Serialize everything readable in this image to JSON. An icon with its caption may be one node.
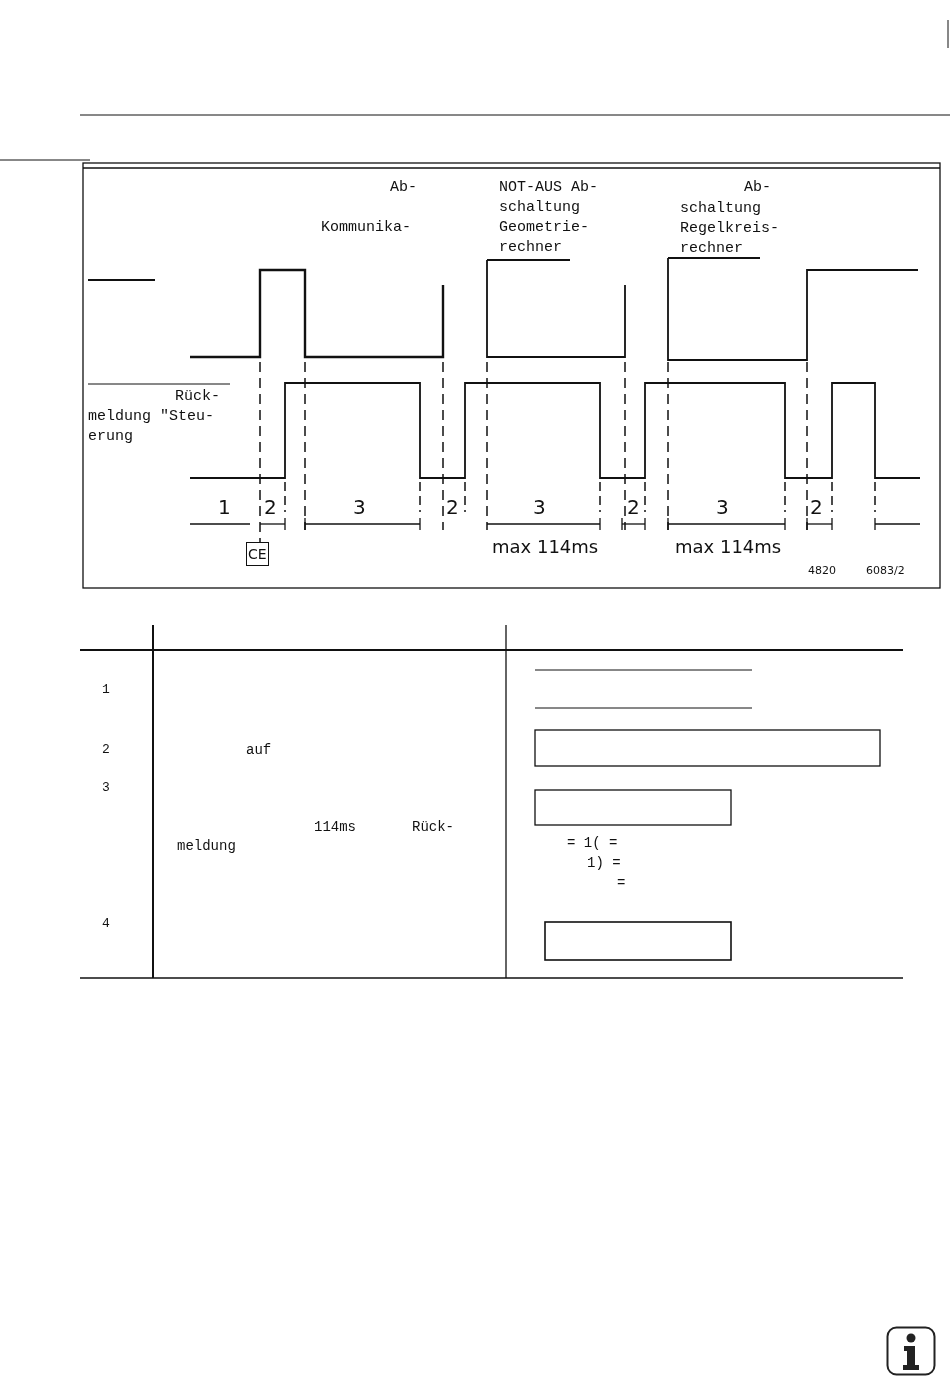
{
  "diagram": {
    "nodes": [
      {
        "text": [
          "CE"
        ]
      }
    ],
    "labels": [
      "Ab-",
      "NOT-AUS Ab- schaltung Geometrie- rechner",
      "Ab-",
      "schaltung Regelkreis- rechner",
      "Kommunika-",
      "Rück-",
      "meldung \"Steu-",
      "erung",
      "1",
      "2",
      "3",
      "2",
      "3",
      "2",
      "3",
      "2",
      "max 114ms",
      "max 114ms",
      "4820",
      "6083/2",
      "1",
      "2",
      "auf",
      "3",
      "114ms",
      "Rück-",
      "meldung",
      "= 1( =",
      "1) =",
      "=",
      "4"
    ]
  }
}
